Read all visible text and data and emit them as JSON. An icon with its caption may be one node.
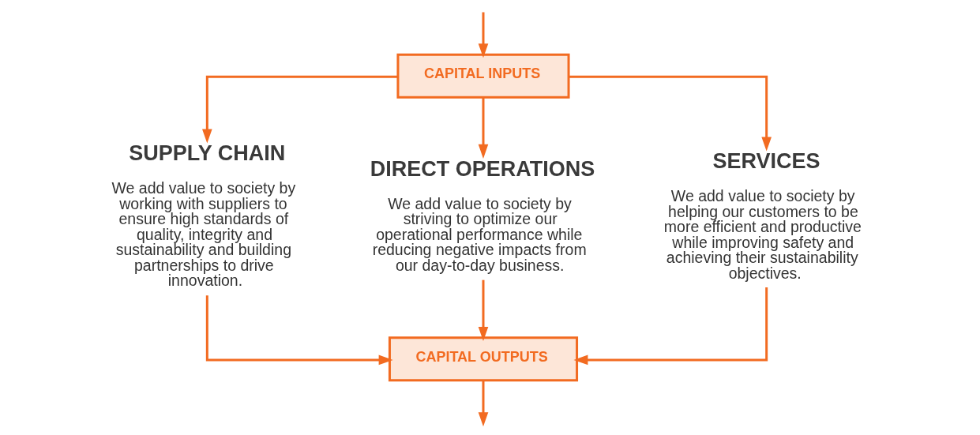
{
  "diagram": {
    "nodes": [
      {
        "text": [
          "CAPITAL INPUTS"
        ]
      },
      {
        "text": [
          "SUPPLY CHAIN",
          "We add value to society by working with suppliers to ensure high standards of quality, integrity and sustainability and building partnerships to drive innovation."
        ]
      },
      {
        "text": [
          "DIRECT OPERATIONS",
          "We add value to society by striving to optimize our operational performance while reducing negative impacts from our day-to-day business."
        ]
      },
      {
        "text": [
          "SERVICES",
          "We add value to society by helping our customers to be more efficient and productive while improving safety and achieving their sustainability objectives."
        ]
      },
      {
        "text": [
          "CAPITAL OUTPUTS"
        ]
      }
    ],
    "edges": [
      {
        "from": null,
        "to": 0,
        "arrow": "to"
      },
      {
        "from": 0,
        "to": 1,
        "arrow": "to"
      },
      {
        "from": 0,
        "to": 2,
        "arrow": "to"
      },
      {
        "from": 0,
        "to": 3,
        "arrow": "to"
      },
      {
        "from": 1,
        "to": 4,
        "arrow": "to"
      },
      {
        "from": 2,
        "to": 4,
        "arrow": "to"
      },
      {
        "from": 3,
        "to": 4,
        "arrow": "to"
      },
      {
        "from": 4,
        "to": null,
        "arrow": "to"
      }
    ]
  }
}
